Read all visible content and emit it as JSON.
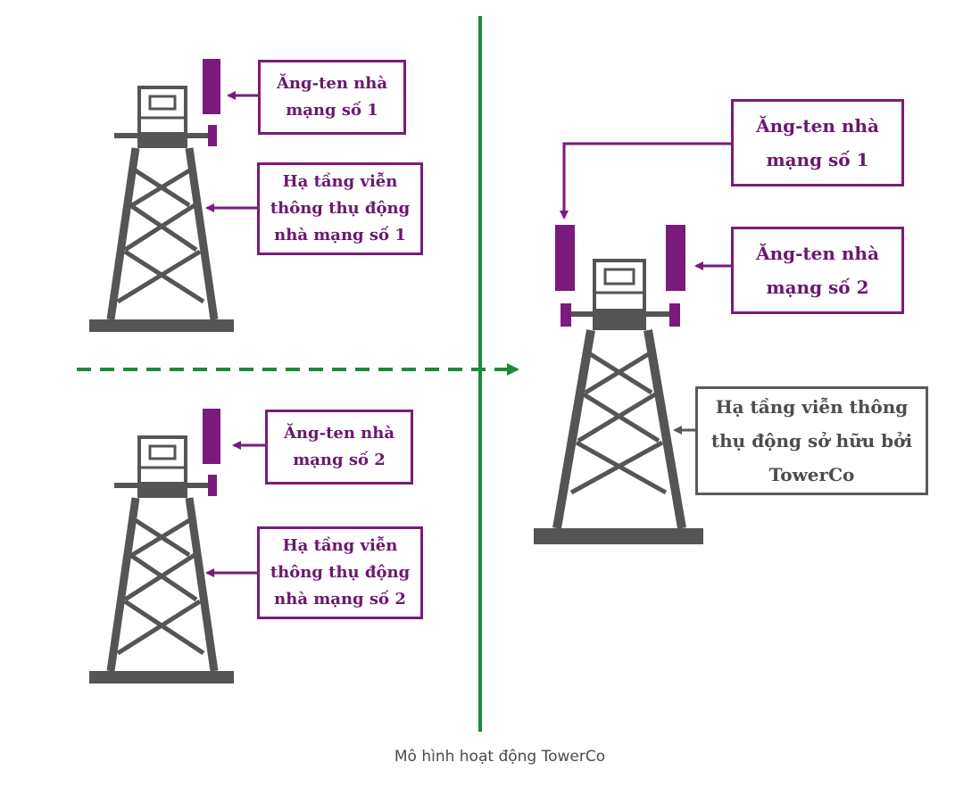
{
  "labels": {
    "left_top_antenna": "Ăng-ten nhà\nmạng số 1",
    "left_top_infra": "Hạ tầng viễn\nthông thụ động\nnhà mạng số 1",
    "left_bottom_antenna": "Ăng-ten nhà\nmạng số 2",
    "left_bottom_infra": "Hạ tầng viễn\nthông thụ động\nnhà mạng số 2",
    "right_antenna_1": "Ăng-ten nhà\nmạng số 1",
    "right_antenna_2": "Ăng-ten nhà\nmạng số 2",
    "right_infra": "Hạ tầng viễn thông\nthụ động sở hữu bởi\nTowerCo"
  },
  "caption": "Mô hình hoạt động TowerCo",
  "colors": {
    "purple": "#7b1a7d",
    "tower_gray": "#555555",
    "green": "#1b8a3c",
    "gray_box": "#5a5a5a"
  }
}
